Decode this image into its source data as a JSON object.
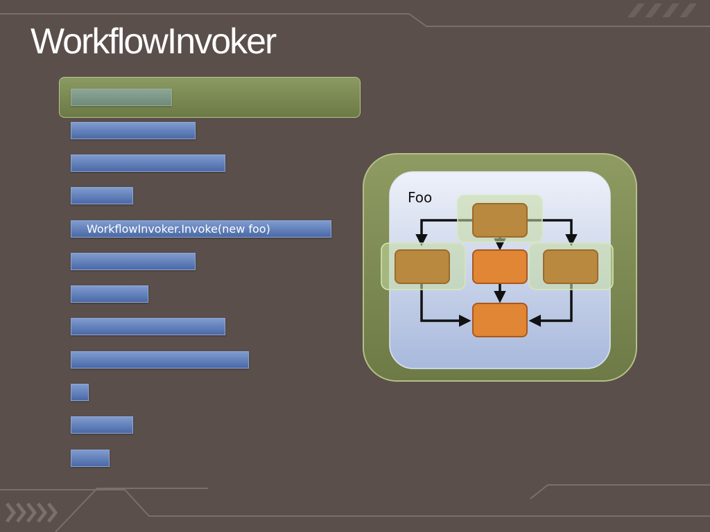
{
  "slide": {
    "title": "WorkflowInvoker"
  },
  "code_list": {
    "invoke_line": "WorkflowInvoker.Invoke(new foo)"
  },
  "workflow": {
    "name": "Foo"
  },
  "colors": {
    "background": "#5a4f4b",
    "highlight_green": "#7a8a52",
    "bar_blue": "#5b79b5",
    "activity_orange": "#e08634",
    "activity_muted": "#b88a3e"
  }
}
